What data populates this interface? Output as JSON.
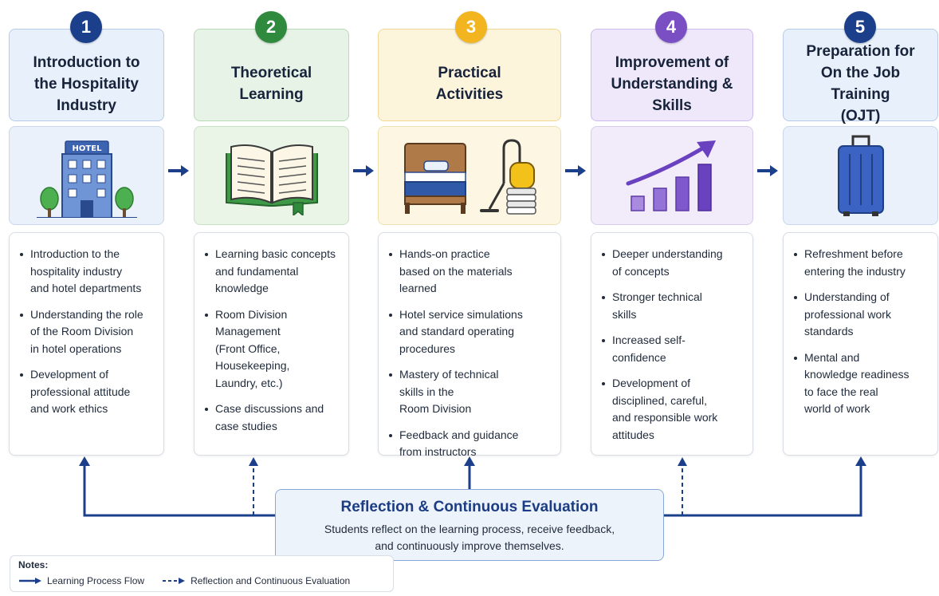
{
  "steps": [
    {
      "number": "1",
      "title": "Introduction to\nthe Hospitality\nIndustry",
      "icon": "hotel-building-icon",
      "icon_label": "HOTEL",
      "bullets": [
        "Introduction to the\nhospitality industry\nand hotel departments",
        "Understanding the role\nof the Room Division\nin hotel operations",
        "Development of\nprofessional attitude\nand work ethics"
      ]
    },
    {
      "number": "2",
      "title": "Theoretical\nLearning",
      "icon": "open-book-icon",
      "bullets": [
        "Learning basic concepts\nand fundamental\nknowledge",
        "Room Division\nManagement\n(Front Office,\nHousekeeping,\nLaundry, etc.)",
        "Case discussions and\ncase studies"
      ]
    },
    {
      "number": "3",
      "title": "Practical\nActivities",
      "icon": "bed-and-vacuum-icon",
      "bullets": [
        "Hands-on practice\nbased on the materials\nlearned",
        "Hotel service simulations\nand standard operating\nprocedures",
        "Mastery of technical\nskills in the\nRoom Division",
        "Feedback and guidance\nfrom instructors"
      ]
    },
    {
      "number": "4",
      "title": "Improvement of\nUnderstanding &\nSkills",
      "icon": "growth-chart-icon",
      "bullets": [
        "Deeper understanding\nof concepts",
        "Stronger technical\nskills",
        "Increased self-\nconfidence",
        "Development of\ndisciplined, careful,\nand responsible work\nattitudes"
      ]
    },
    {
      "number": "5",
      "title": "Preparation for\nOn the Job Training\n(OJT)",
      "icon": "suitcase-icon",
      "bullets": [
        "Refreshment before\nentering the industry",
        "Understanding of\nprofessional work\nstandards",
        "Mental and\nknowledge readiness\nto face the real\nworld of work"
      ]
    }
  ],
  "reflection": {
    "title": "Reflection & Continuous Evaluation",
    "description": "Students reflect on the learning process, receive feedback,\nand continuously improve themselves."
  },
  "notes": {
    "title": "Notes:",
    "solid_label": "Learning Process Flow",
    "dashed_label": "Reflection and Continuous Evaluation"
  },
  "colors": {
    "step1": "#1c3f8c",
    "step2": "#2f8a3e",
    "step3": "#f2b51f",
    "step4": "#7a4fc4",
    "step5": "#1c3f8c",
    "flow": "#1c3f8c"
  }
}
